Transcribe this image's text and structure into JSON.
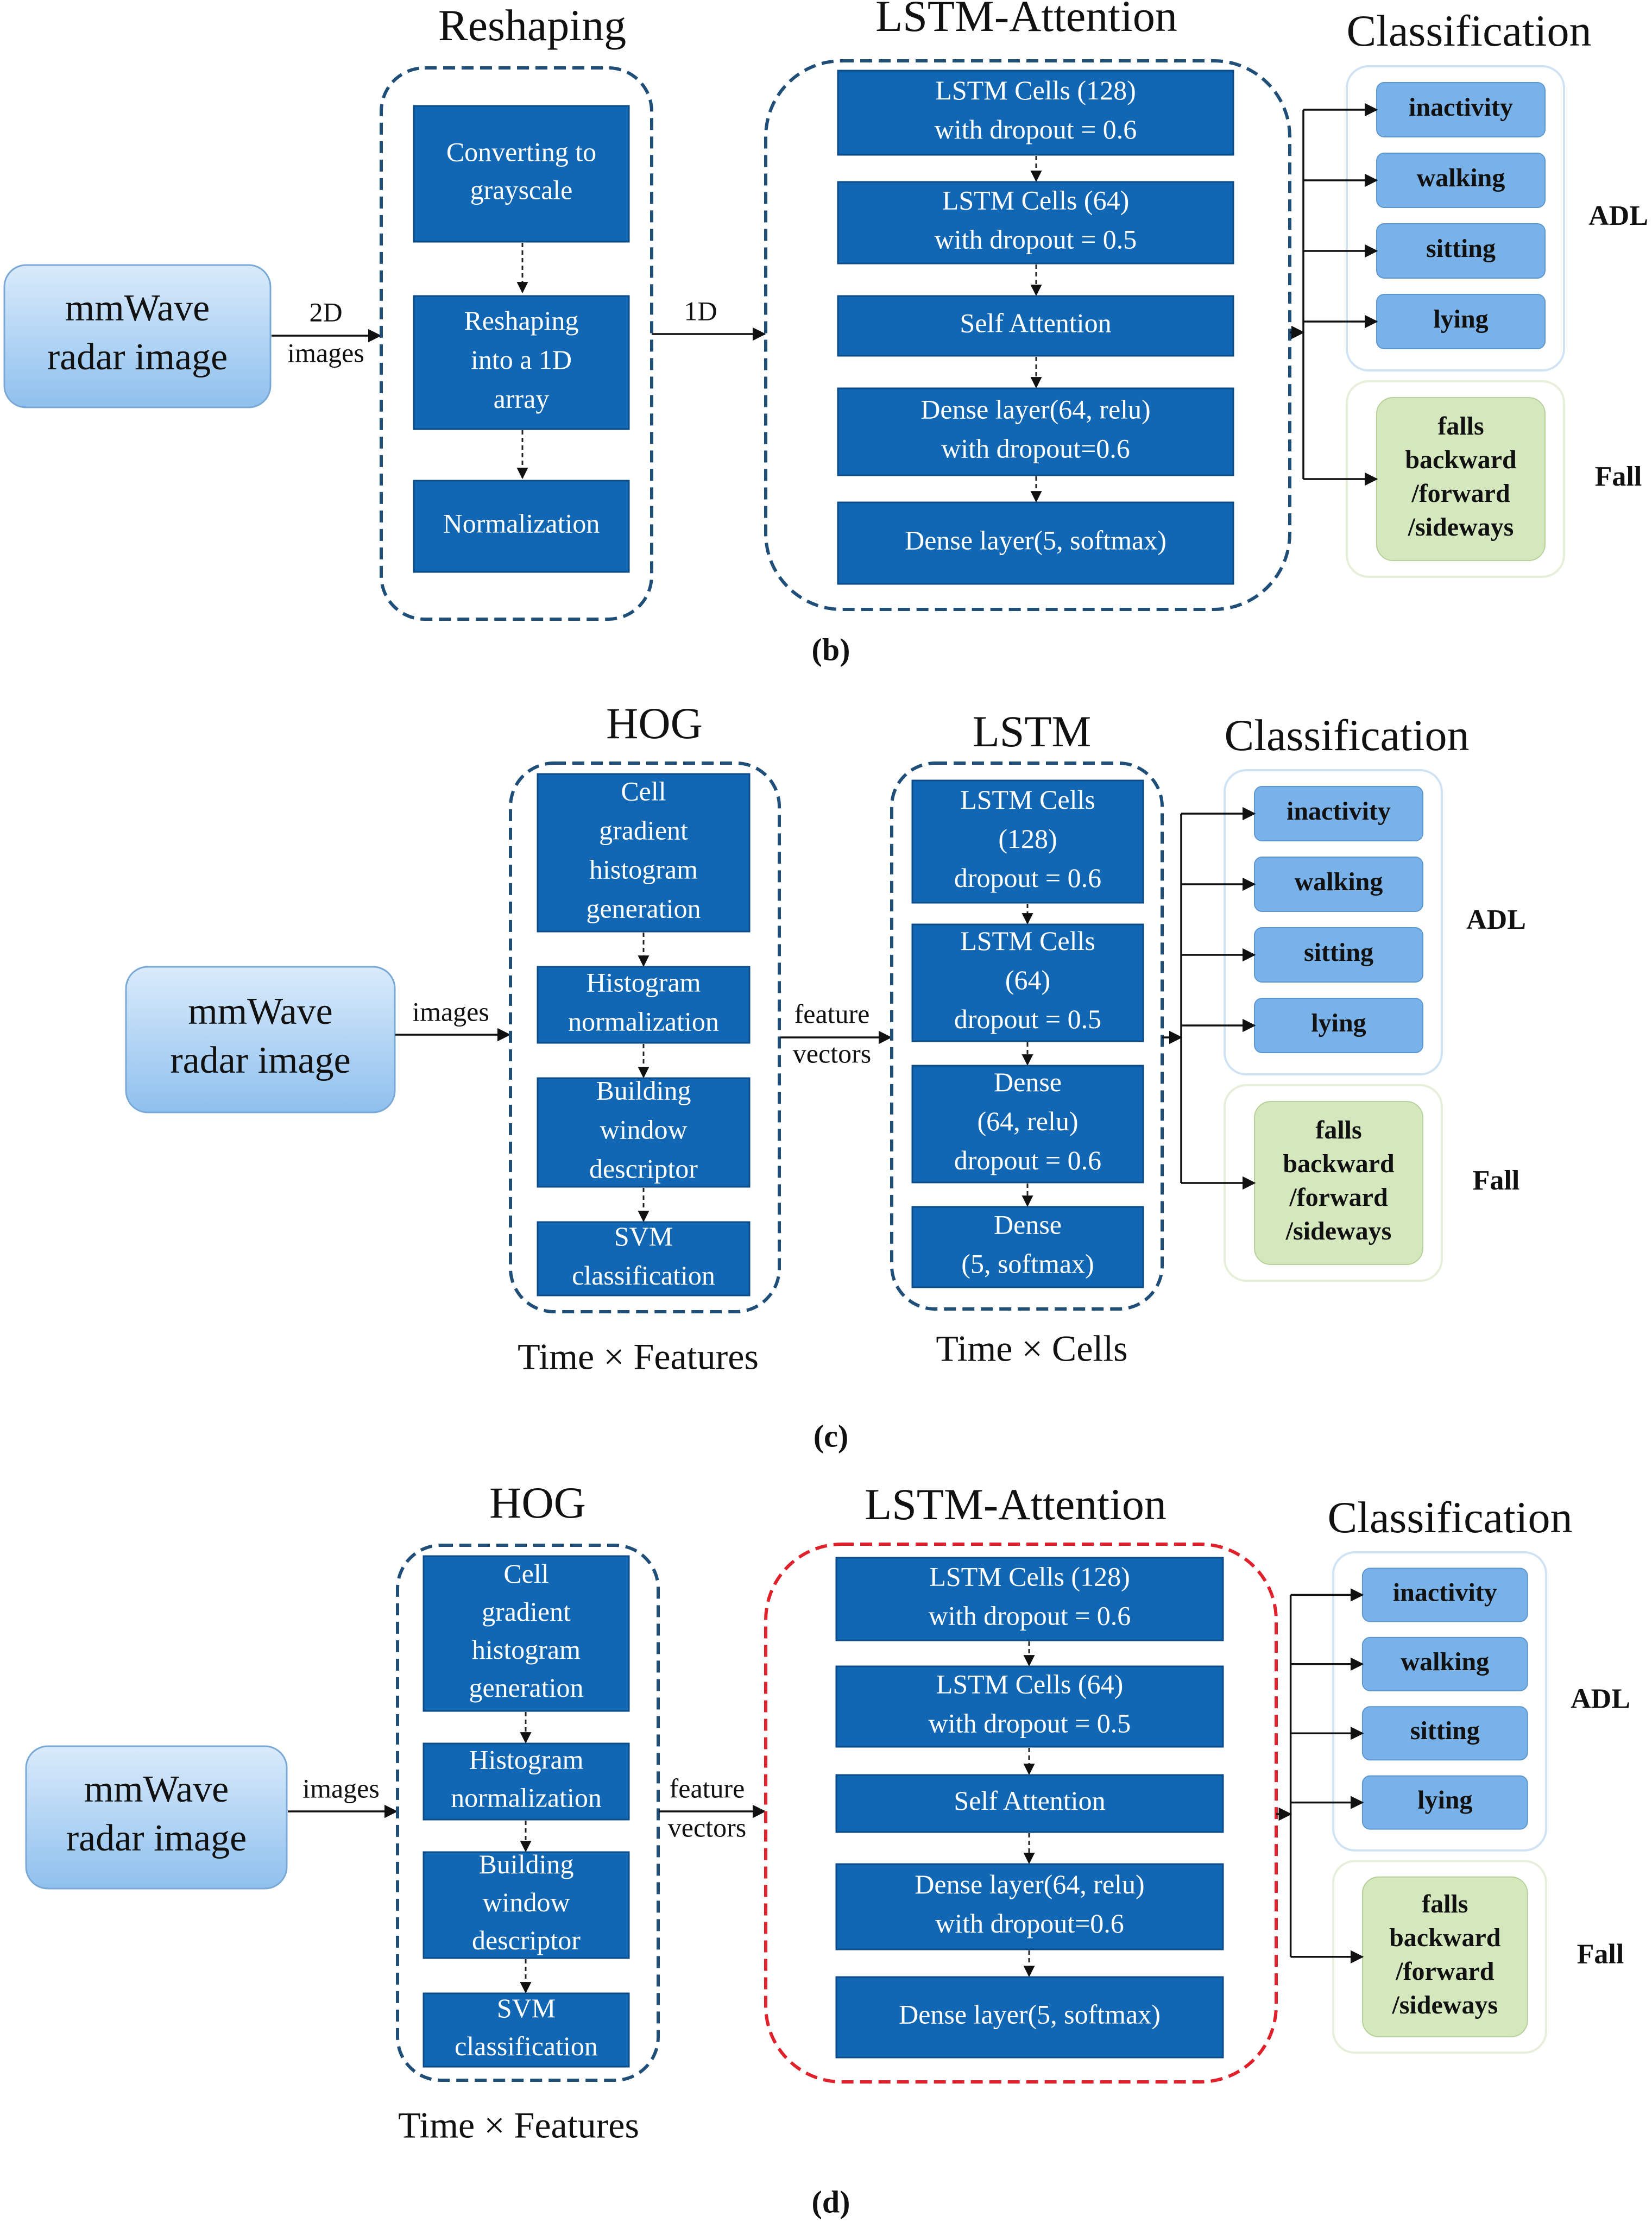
{
  "panels": {
    "b": {
      "label": "(b)",
      "input": [
        "mmWave",
        "radar image"
      ],
      "arrow1": [
        "2D",
        "images"
      ],
      "arrow2": "1D",
      "group1_title": "Reshaping",
      "group1_blocks": [
        [
          "Converting to",
          "grayscale"
        ],
        [
          "Reshaping",
          "into a 1D",
          "array"
        ],
        [
          "Normalization"
        ]
      ],
      "group2_title": "LSTM-Attention",
      "group2_blocks": [
        [
          "LSTM Cells (128)",
          "with dropout = 0.6"
        ],
        [
          "LSTM Cells (64)",
          "with dropout = 0.5"
        ],
        [
          "Self Attention"
        ],
        [
          "Dense layer(64, relu)",
          "with dropout=0.6"
        ],
        [
          "Dense layer(5, softmax)"
        ]
      ],
      "class_title": "Classification"
    },
    "c": {
      "label": "(c)",
      "input": [
        "mmWave",
        "radar image"
      ],
      "arrow1": [
        "images"
      ],
      "arrow2": [
        "feature",
        "vectors"
      ],
      "group1_title": "HOG",
      "group1_blocks": [
        [
          "Cell",
          "gradient",
          "histogram",
          "generation"
        ],
        [
          "Histogram",
          "normalization"
        ],
        [
          "Building",
          "window",
          "descriptor"
        ],
        [
          "SVM",
          "classification"
        ]
      ],
      "group1_caption": "Time × Features",
      "group2_title": "LSTM",
      "group2_blocks": [
        [
          "LSTM Cells",
          "(128)",
          "dropout = 0.6"
        ],
        [
          "LSTM Cells",
          "(64)",
          "dropout = 0.5"
        ],
        [
          "Dense",
          "(64, relu)",
          "dropout = 0.6"
        ],
        [
          "Dense",
          "(5, softmax)"
        ]
      ],
      "group2_caption": "Time × Cells",
      "class_title": "Classification"
    },
    "d": {
      "label": "(d)",
      "input": [
        "mmWave",
        "radar image"
      ],
      "arrow1": [
        "images"
      ],
      "arrow2": [
        "feature",
        "vectors"
      ],
      "group1_title": "HOG",
      "group1_blocks": [
        [
          "Cell",
          "gradient",
          "histogram",
          "generation"
        ],
        [
          "Histogram",
          "normalization"
        ],
        [
          "Building",
          "window",
          "descriptor"
        ],
        [
          "SVM",
          "classification"
        ]
      ],
      "group1_caption": "Time × Features",
      "group2_title": "LSTM-Attention",
      "group2_blocks": [
        [
          "LSTM Cells (128)",
          "with dropout = 0.6"
        ],
        [
          "LSTM Cells (64)",
          "with dropout = 0.5"
        ],
        [
          "Self Attention"
        ],
        [
          "Dense layer(64, relu)",
          "with dropout=0.6"
        ],
        [
          "Dense layer(5, softmax)"
        ]
      ],
      "class_title": "Classification"
    }
  },
  "classes": {
    "adl_items": [
      "inactivity",
      "walking",
      "sitting",
      "lying"
    ],
    "adl_label": "ADL",
    "fall_item": [
      "falls",
      "backward",
      "/forward",
      "/sideways"
    ],
    "fall_label": "Fall"
  },
  "colors": {
    "block_blue": "#1267b4",
    "group_dash_blue": "#1f4e79",
    "group_dash_red": "#e0202a",
    "class_blue": "#78b2e8",
    "fall_green": "#d4e7bd"
  }
}
